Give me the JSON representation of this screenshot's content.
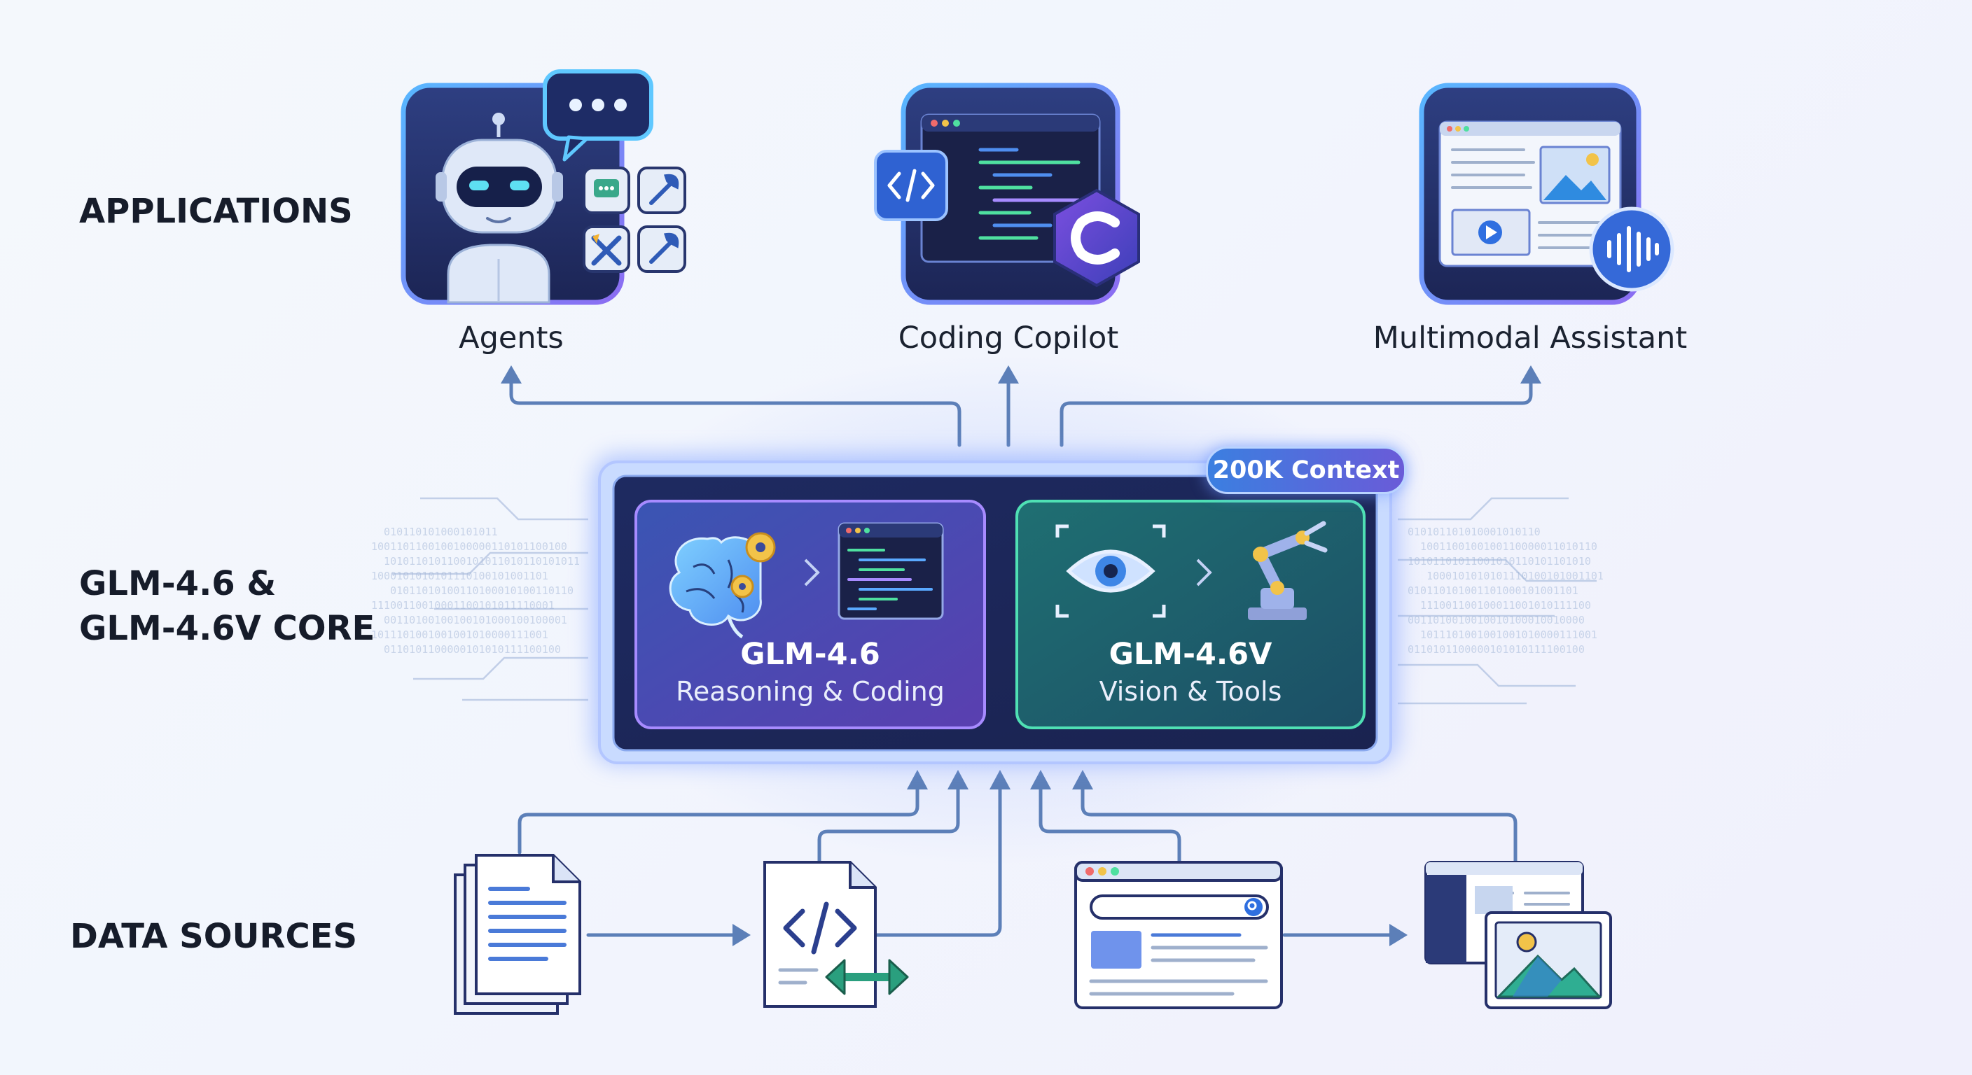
{
  "layers": {
    "applications": "APPLICATIONS",
    "core_line1": "GLM-4.6 &",
    "core_line2": "GLM-4.6V CORE",
    "data_sources": "DATA SOURCES"
  },
  "applications": [
    {
      "label": "Agents",
      "icon": "robot-agent-icon"
    },
    {
      "label": "Coding Copilot",
      "icon": "code-editor-icon"
    },
    {
      "label": "Multimodal Assistant",
      "icon": "multimodal-media-icon"
    }
  ],
  "core": {
    "context_badge": "200K Context",
    "models": [
      {
        "name": "GLM-4.6",
        "subtitle": "Reasoning & Coding",
        "color": "#5b4bc4"
      },
      {
        "name": "GLM-4.6V",
        "subtitle": "Vision & Tools",
        "color": "#1f8a7a"
      }
    ]
  },
  "data_sources": [
    {
      "icon": "document-stack-icon"
    },
    {
      "icon": "code-file-icon"
    },
    {
      "icon": "web-search-browser-icon"
    },
    {
      "icon": "image-browser-icon"
    }
  ],
  "colors": {
    "arrow": "#5c7fb8",
    "tile_dark": "#1f2c5e",
    "accent_blue": "#4f8ef0",
    "accent_purple": "#7b5ce6",
    "accent_teal": "#39c6a4"
  }
}
